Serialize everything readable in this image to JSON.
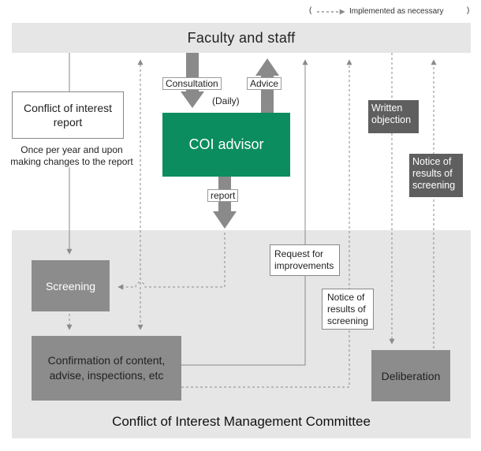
{
  "legend": {
    "open": "(",
    "close": ")",
    "text": "Implemented as necessary"
  },
  "faculty_bar": {
    "title": "Faculty and staff"
  },
  "committee": {
    "title": "Conflict of Interest Management Committee"
  },
  "coi_advisor": {
    "label": "COI advisor"
  },
  "labels": {
    "consultation": "Consultation",
    "daily": "(Daily)",
    "advice": "Advice",
    "report": "report",
    "written_objection": "Written objection",
    "notice_right": "Notice of results of screening",
    "request_improvements": "Request for improvements",
    "notice_middle": "Notice of results of screening",
    "frequency": "Once per year and upon making changes to the report"
  },
  "boxes": {
    "coi_report": "Conflict of interest report",
    "screening": "Screening",
    "confirmation": "Confirmation of content, advise, inspections, etc",
    "deliberation": "Deliberation"
  },
  "colors": {
    "band": "#e6e6e6",
    "coi_green": "#0b8d5f",
    "gray_box": "#8c8c8c",
    "dark_box": "#5f5f5f",
    "arrow_gray": "#8a8a8a"
  }
}
